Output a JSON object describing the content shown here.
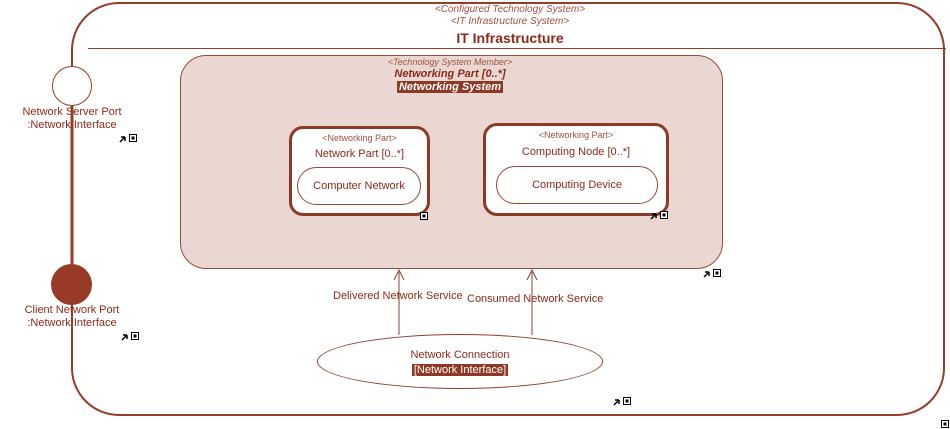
{
  "system": {
    "stereotype_1": "<Configured Technology System>",
    "stereotype_2": "<IT Infrastructure System>",
    "title": "IT Infrastructure"
  },
  "member": {
    "stereotype": "<Technology System Member>",
    "title": "Networking Part [0..*]",
    "type": "Networking System"
  },
  "parts": [
    {
      "stereotype": "<Networking Part>",
      "title": "Network Part [0..*]",
      "inner": "Computer Network"
    },
    {
      "stereotype": "<Networking Part>",
      "title": "Computing Node [0..*]",
      "inner": "Computing Device"
    }
  ],
  "ports": [
    {
      "name": "Network Server Port",
      "type": ":Network Interface"
    },
    {
      "name": "Client Network Port",
      "type": ":Network Interface"
    }
  ],
  "services": {
    "delivered": "Delivered Network Service",
    "consumed": "Consumed Network Service"
  },
  "connection": {
    "title": "Network Connection",
    "type": "[Network Interface]"
  },
  "colors": {
    "accent": "#953d29",
    "member_fill": "#ead7d2",
    "dark_port": "#983a28"
  }
}
